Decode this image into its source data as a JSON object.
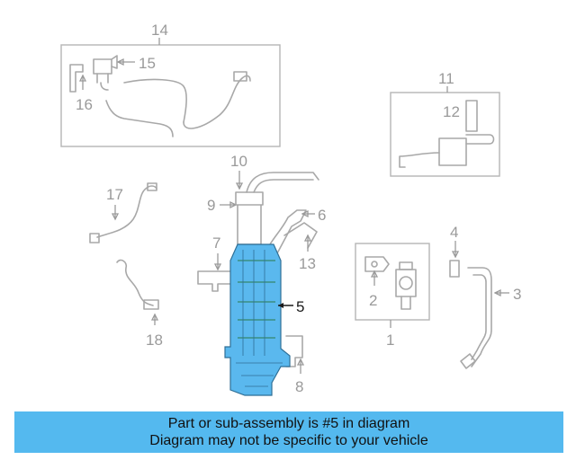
{
  "callouts": {
    "c1": "1",
    "c2": "2",
    "c3": "3",
    "c4": "4",
    "c5": "5",
    "c6": "6",
    "c7": "7",
    "c8": "8",
    "c9": "9",
    "c10": "10",
    "c11": "11",
    "c12": "12",
    "c13": "13",
    "c14": "14",
    "c15": "15",
    "c16": "16",
    "c17": "17",
    "c18": "18"
  },
  "highlighted_part": "5",
  "colors": {
    "highlight": "#5ab8ee",
    "banner": "#54b9ef",
    "line": "#a8a8a8",
    "text": "#111111"
  },
  "banner": {
    "line1": "Part or sub-assembly is #5 in diagram",
    "line2": "Diagram may not be specific to your vehicle"
  }
}
